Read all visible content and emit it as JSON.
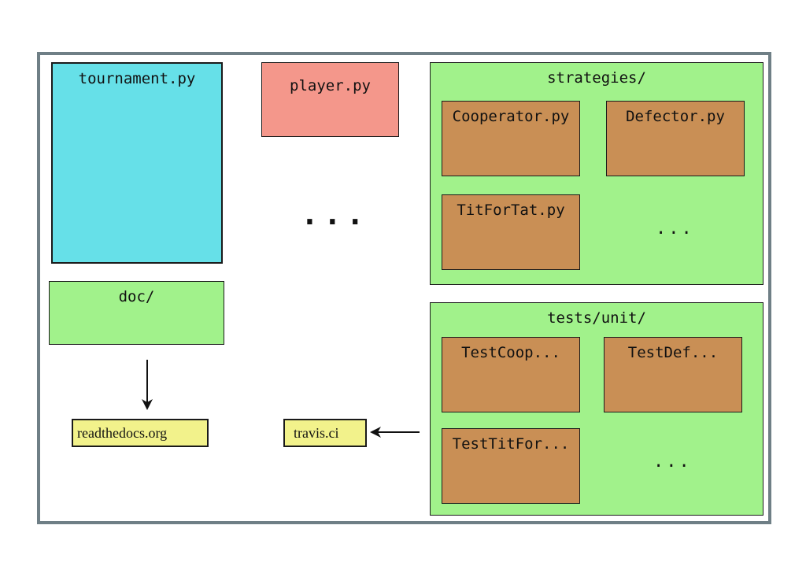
{
  "tournament": {
    "label": "tournament.py"
  },
  "player": {
    "label": "player.py"
  },
  "middle_ellipsis": "...",
  "strategies": {
    "label": "strategies/",
    "files": [
      "Cooperator.py",
      "Defector.py",
      "TitForTat.py"
    ],
    "ellipsis": "..."
  },
  "doc": {
    "label": "doc/"
  },
  "tests": {
    "label": "tests/unit/",
    "files": [
      "TestCoop...",
      "TestDef...",
      "TestTitFor..."
    ],
    "ellipsis": "..."
  },
  "readthedocs": {
    "label": "readthedocs.org"
  },
  "travis": {
    "label": "travis.ci"
  },
  "colors": {
    "border": "#6f7f86",
    "cyan": "#66e0e8",
    "salmon": "#f4978b",
    "green": "#a1f28b",
    "brown": "#c98f55",
    "yellow": "#f2f28b"
  }
}
